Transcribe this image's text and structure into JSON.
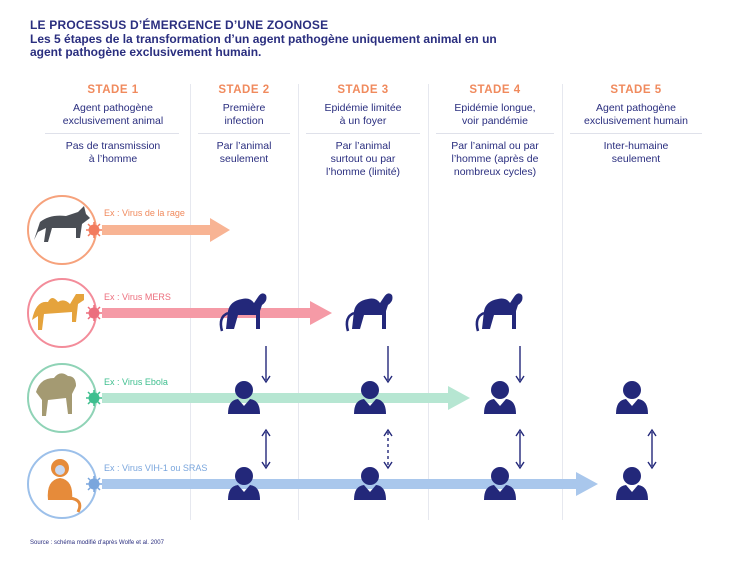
{
  "header": {
    "title": "LE PROCESSUS D’ÉMERGENCE D’UNE ZOONOSE",
    "subtitle": "Les 5 étapes de la transformation d’un agent pathogène uniquement animal en un agent pathogène exclusivement humain."
  },
  "stages": [
    {
      "label": "STADE 1",
      "desc_l1": "Agent pathogène",
      "desc_l2": "exclusivement animal",
      "trans_l1": "Pas de transmission",
      "trans_l2": "à l’homme",
      "trans_l3": ""
    },
    {
      "label": "STADE 2",
      "desc_l1": "Première",
      "desc_l2": "infection",
      "trans_l1": "Par l’animal",
      "trans_l2": "seulement",
      "trans_l3": ""
    },
    {
      "label": "STADE 3",
      "desc_l1": "Epidémie limitée",
      "desc_l2": "à un foyer",
      "trans_l1": "Par l’animal",
      "trans_l2": "surtout ou par",
      "trans_l3": "l’homme (limité)"
    },
    {
      "label": "STADE 4",
      "desc_l1": "Epidémie longue,",
      "desc_l2": "voir pandémie",
      "trans_l1": "Par l’animal ou par",
      "trans_l2": "l’homme (après de",
      "trans_l3": "nombreux cycles)"
    },
    {
      "label": "STADE 5",
      "desc_l1": "Agent pathogène",
      "desc_l2": "exclusivement humain",
      "trans_l1": "Inter-humaine",
      "trans_l2": "seulement",
      "trans_l3": ""
    }
  ],
  "examples": [
    {
      "label": "Ex : Virus de la rage",
      "animal": "wolf-icon",
      "color": "#f6a27c",
      "reach_stage": 2
    },
    {
      "label": "Ex : Virus MERS",
      "animal": "camel-icon",
      "color": "#f38c9a",
      "reach_stage": 3
    },
    {
      "label": "Ex : Virus Ebola",
      "animal": "baboon-icon",
      "color": "#8fd3b6",
      "reach_stage": 4
    },
    {
      "label": "Ex : Virus VIH-1 ou SRAS",
      "animal": "monkey-icon",
      "color": "#9cc0ea",
      "reach_stage": 5
    }
  ],
  "source": "Source : schéma modifié d’après Wolfe et al. 2007",
  "colors": {
    "navy": "#23287a",
    "stage_label": "#f08a5d",
    "circle_rage": "#f6a27c",
    "circle_mers": "#f38c9a",
    "circle_ebola": "#8fd3b6",
    "circle_vih": "#9cc0ea"
  }
}
